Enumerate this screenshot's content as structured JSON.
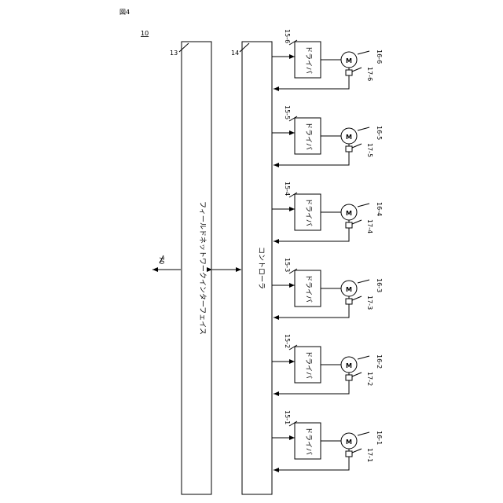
{
  "figure_label": "図4",
  "system_ref": "10",
  "fieldnet_interface": {
    "ref": "13",
    "label": "フィールドネットワークインターフェイス"
  },
  "controller": {
    "ref": "14",
    "label": "コントローラ"
  },
  "external_ref": "70",
  "motor_symbol": "M",
  "channels": [
    {
      "driver_ref": "15-6",
      "driver_label": "ドライバ",
      "motor_ref": "16-6",
      "encoder_ref": "17-6"
    },
    {
      "driver_ref": "15-5",
      "driver_label": "ドライバ",
      "motor_ref": "16-5",
      "encoder_ref": "17-5"
    },
    {
      "driver_ref": "15-4",
      "driver_label": "ドライバ",
      "motor_ref": "16-4",
      "encoder_ref": "17-4"
    },
    {
      "driver_ref": "15-3",
      "driver_label": "ドライバ",
      "motor_ref": "16-3",
      "encoder_ref": "17-3"
    },
    {
      "driver_ref": "15-2",
      "driver_label": "ドライバ",
      "motor_ref": "16-2",
      "encoder_ref": "17-2"
    },
    {
      "driver_ref": "15-1",
      "driver_label": "ドライバ",
      "motor_ref": "16-1",
      "encoder_ref": "17-1"
    }
  ]
}
